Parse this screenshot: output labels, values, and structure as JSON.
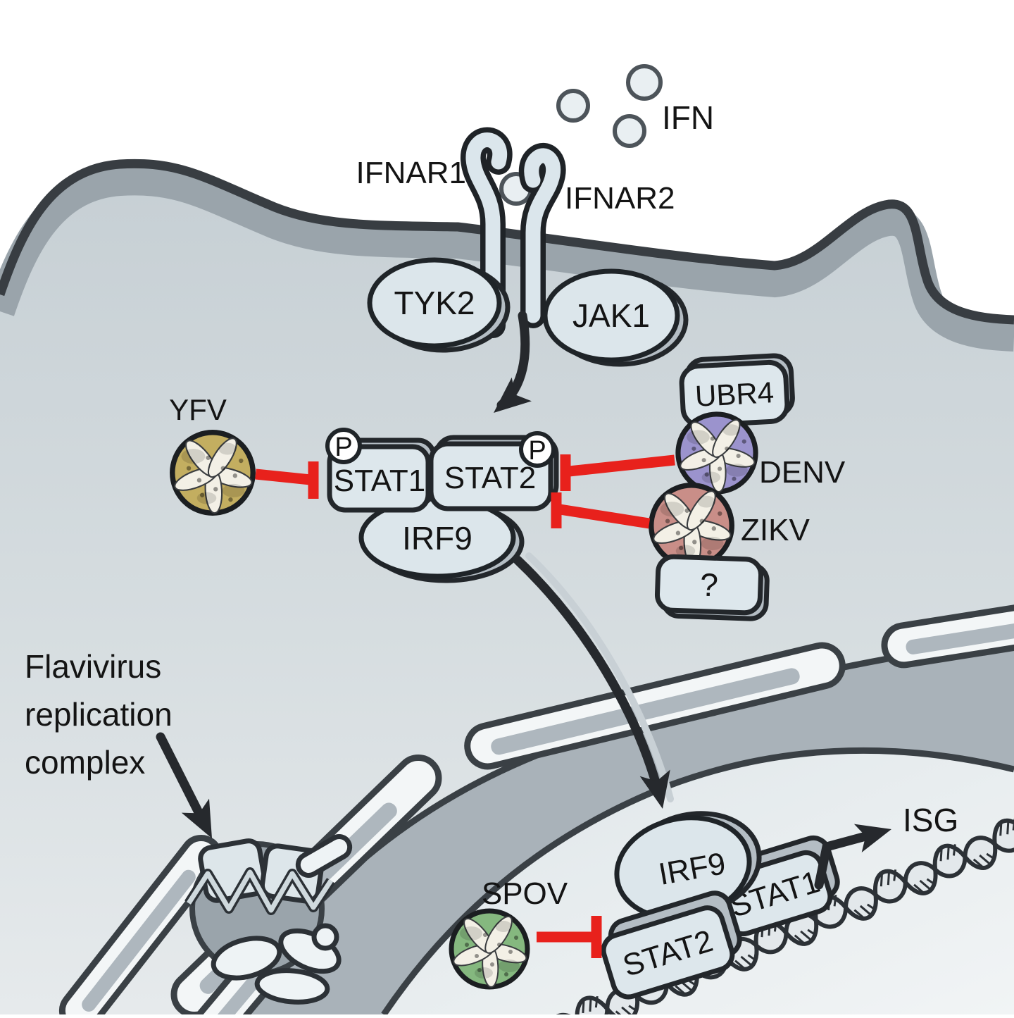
{
  "title": "Flavivirus antagonism of interferon signaling diagram",
  "labels": {
    "ifn": "IFN",
    "ifnar1": "IFNAR1",
    "ifnar2": "IFNAR2",
    "tyk2": "TYK2",
    "jak1": "JAK1",
    "yfv": "YFV",
    "denv": "DENV",
    "zikv": "ZIKV",
    "spov": "SPOV",
    "stat1": "STAT1",
    "stat2": "STAT2",
    "irf9": "IRF9",
    "phospho": "P",
    "phospho2": "P",
    "ubr4": "UBR4",
    "unknown_partner": "?",
    "replication_line1": "Flavivirus",
    "replication_line2": "replication",
    "replication_line3": "complex",
    "nuclear_irf9": "IRF9",
    "nuclear_stat2": "STAT2",
    "nuclear_stat1": "STAT1",
    "isg": "ISG"
  },
  "colors": {
    "extracellular": "#ffffff",
    "membrane_outline": "#383d42",
    "membrane_band": "#9aa4ab",
    "cytoplasm_top": "#c6cfd4",
    "cytoplasm_bottom": "#e6eaec",
    "perinuclear_space": "#a9b2b9",
    "nucleus_top": "#dfe6e9",
    "nucleus_bottom": "#f1f4f5",
    "envelope_fill": "#f3f6f7",
    "envelope_core": "#aeb7be",
    "protein_fill": "#dde7ec",
    "protein_outline": "#23272b",
    "bevel_gray": "#b4bdc4",
    "inhibition_red": "#e8211c",
    "arrow_black": "#26292d",
    "yfv": "#c3ae60",
    "denv": "#9b93cd",
    "zikv": "#c98e88",
    "spov": "#85b87f",
    "virus_star": "#f3f0e6",
    "dna_fill": "#e3e8eb"
  }
}
